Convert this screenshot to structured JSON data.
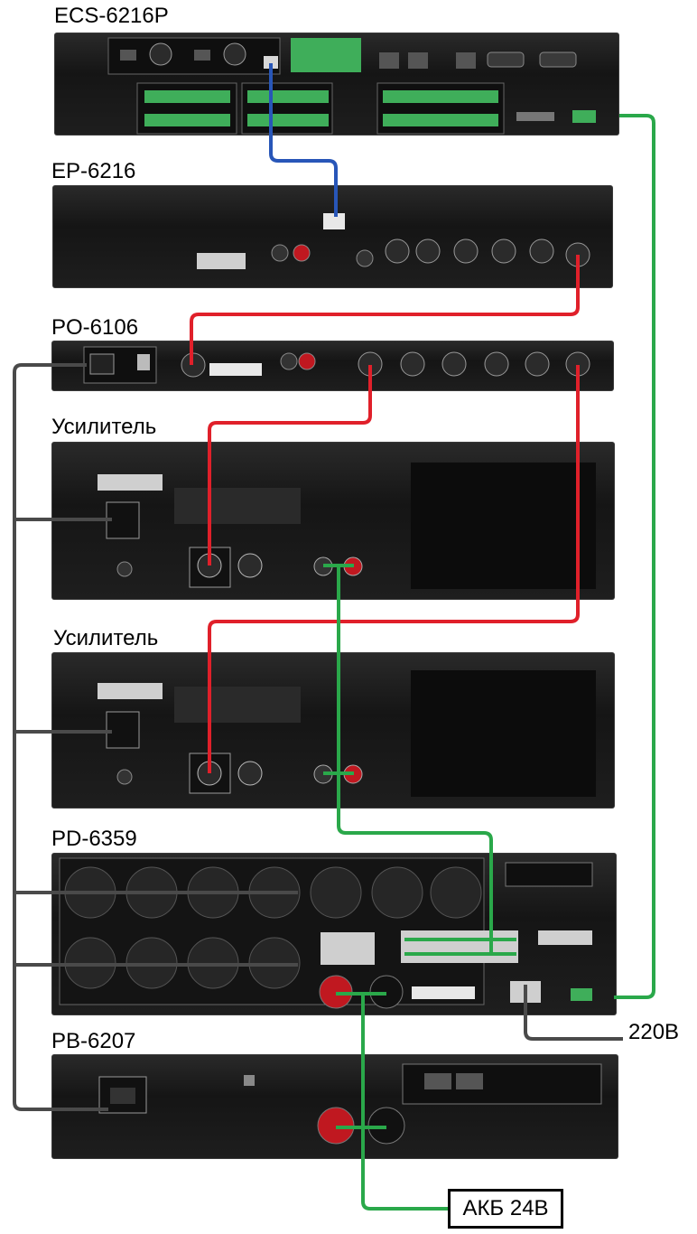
{
  "labels": {
    "ecs": "ECS-6216P",
    "ep": "EP-6216",
    "po": "PO-6106",
    "amp1": "Усилитель",
    "amp2": "Усилитель",
    "pd": "PD-6359",
    "pb": "PB-6207",
    "mains": "220В",
    "battery": "АКБ 24В"
  },
  "colors": {
    "green": "#2aa84a",
    "red": "#e0202a",
    "blue": "#2856b8",
    "power": "#4a4a4a",
    "chassis": "#1a1a1a"
  }
}
